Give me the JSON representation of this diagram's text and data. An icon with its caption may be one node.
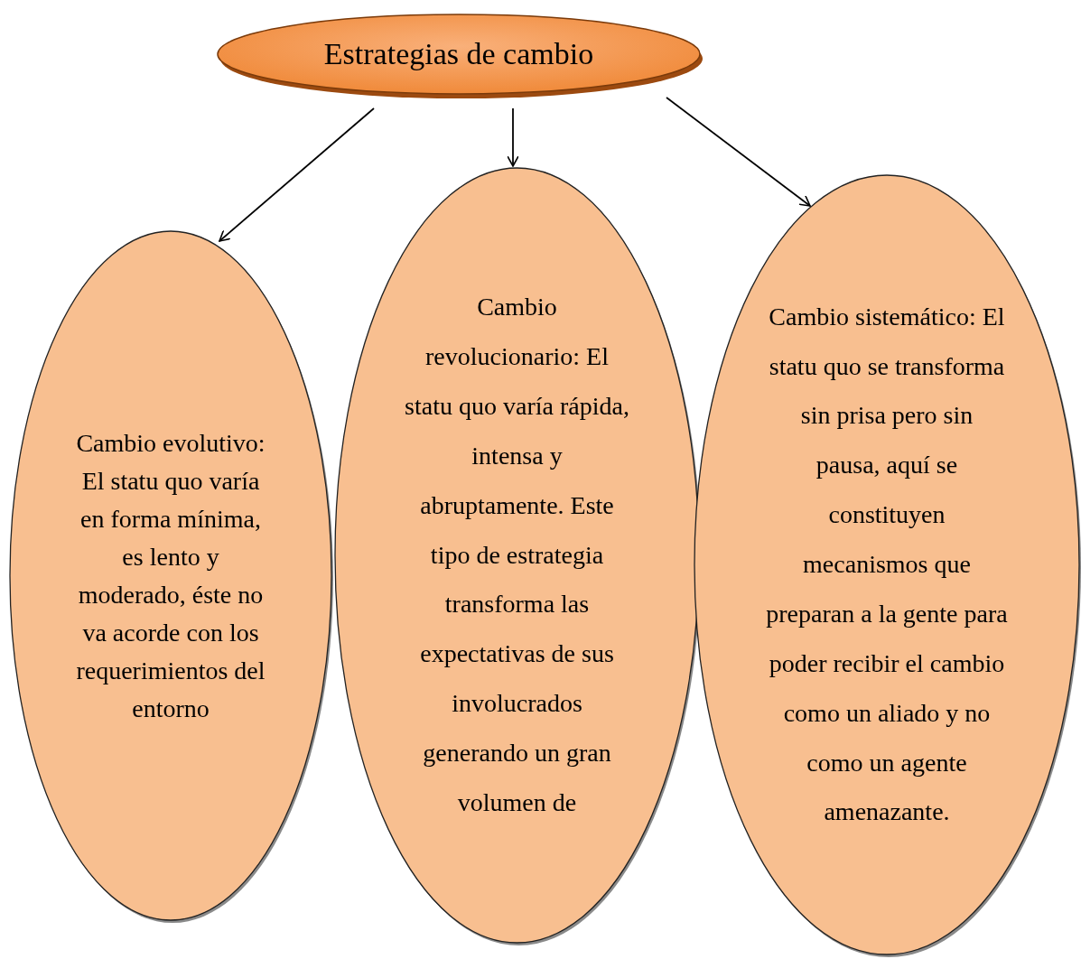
{
  "diagram": {
    "nodes": [
      {
        "text": [
          "Estrategias de cambio"
        ]
      },
      {
        "text": [
          "Cambio evolutivo: El statu quo varía en forma mínima, es lento y moderado, éste no va acorde con los requerimientos del entorno"
        ]
      },
      {
        "text": [
          "Cambio revolucionario: El statu quo varía rápida, intensa y abruptamente. Este tipo de estrategia transforma las expectativas de sus involucrados generando un gran volumen de"
        ]
      },
      {
        "text": [
          "Cambio sistemático: El statu quo se transforma sin prisa pero sin pausa, aquí se constituyen mecanismos que preparan a la gente para poder recibir el cambio como un aliado y no como un agente amenazante."
        ]
      }
    ],
    "edges": [
      {
        "from": 0,
        "to": 1,
        "arrow": "to"
      },
      {
        "from": 0,
        "to": 2,
        "arrow": "to"
      },
      {
        "from": 0,
        "to": 3,
        "arrow": "to"
      }
    ]
  }
}
